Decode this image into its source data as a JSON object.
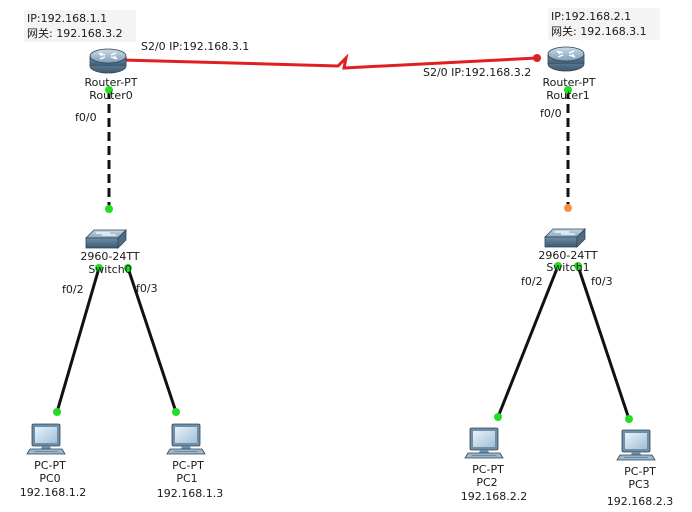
{
  "colors": {
    "serial_link": "#e02020",
    "ethernet_link": "#111111",
    "port_up": "#22dd22",
    "port_pending": "#ff8844",
    "serial_dot": "#e02020"
  },
  "notes": {
    "router0_ip": "IP:192.168.1.1",
    "router0_gateway": "网关: 192.168.3.2",
    "router1_ip": "IP:192.168.2.1",
    "router1_gateway": "网关: 192.168.3.1"
  },
  "devices": {
    "router0": {
      "type": "Router-PT",
      "name": "Router0",
      "icon": "router-icon"
    },
    "router1": {
      "type": "Router-PT",
      "name": "Router1",
      "icon": "router-icon"
    },
    "switch0": {
      "type": "2960-24TT",
      "name": "Switch0",
      "icon": "switch-icon"
    },
    "switch1": {
      "type": "2960-24TT",
      "name": "Switch1",
      "icon": "switch-icon"
    },
    "pc0": {
      "type": "PC-PT",
      "name": "PC0",
      "ip": "192.168.1.2",
      "icon": "pc-icon"
    },
    "pc1": {
      "type": "PC-PT",
      "name": "PC1",
      "ip": "192.168.1.3",
      "icon": "pc-icon"
    },
    "pc2": {
      "type": "PC-PT",
      "name": "PC2",
      "ip": "192.168.2.2",
      "icon": "pc-icon"
    },
    "pc3": {
      "type": "PC-PT",
      "name": "PC3",
      "ip": "192.168.2.3",
      "icon": "pc-icon"
    }
  },
  "ports": {
    "r0_serial": "S2/0 IP:192.168.3.1",
    "r1_serial": "S2/0 IP:192.168.3.2",
    "r0_f00": "f0/0",
    "r1_f00": "f0/0",
    "sw0_f02": "f0/2",
    "sw0_f03": "f0/3",
    "sw1_f02": "f0/2",
    "sw1_f03": "f0/3"
  }
}
